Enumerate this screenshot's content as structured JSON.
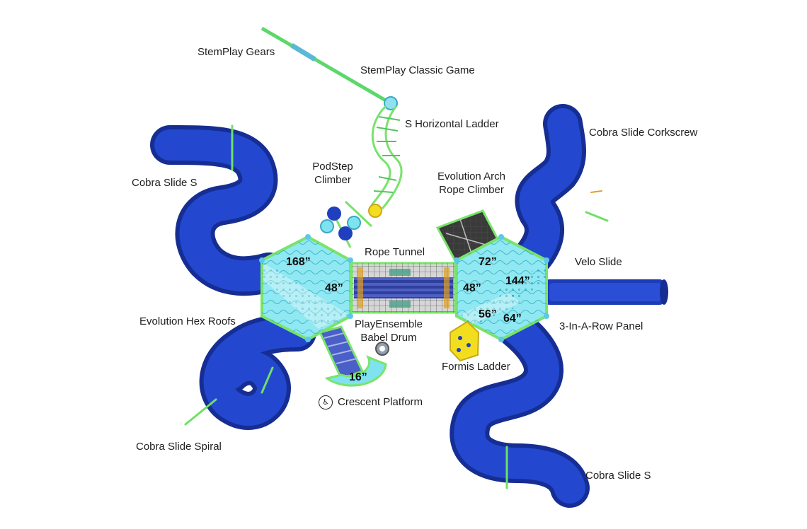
{
  "labels": {
    "stemplay_gears": "StemPlay Gears",
    "stemplay_classic_game": "StemPlay Classic Game",
    "s_horizontal_ladder": "S Horizontal Ladder",
    "cobra_slide_corkscrew": "Cobra Slide Corkscrew",
    "cobra_slide_s_left": "Cobra Slide S",
    "podstep_climber_line1": "PodStep",
    "podstep_climber_line2": "Climber",
    "evolution_arch_line1": "Evolution Arch",
    "evolution_arch_line2": "Rope Climber",
    "rope_tunnel": "Rope Tunnel",
    "velo_slide": "Velo Slide",
    "evolution_hex_roofs": "Evolution Hex Roofs",
    "playensemble_line1": "PlayEnsemble",
    "playensemble_line2": "Babel Drum",
    "three_in_a_row_panel": "3-In-A-Row Panel",
    "formis_ladder": "Formis Ladder",
    "crescent_platform": "Crescent Platform",
    "cobra_slide_spiral": "Cobra Slide Spiral",
    "cobra_slide_s_right": "Cobra Slide S"
  },
  "deck_heights": {
    "left_top": "168”",
    "left_mid": "48”",
    "right_top": "72”",
    "right_mid": "48”",
    "right_right": "144”",
    "right_low": "56”",
    "right_low2": "64”",
    "crescent": "16”"
  },
  "icons": {
    "accessibility": "wheelchair-icon"
  },
  "colors": {
    "slide_blue": "#1f3fbf",
    "deck_cyan": "#7fe3ef",
    "frame_green": "#7be86a",
    "tunnel_blue": "#3b4fb0",
    "ladder_yellow": "#f2de1f",
    "roof_dark": "#3a3a3a"
  }
}
